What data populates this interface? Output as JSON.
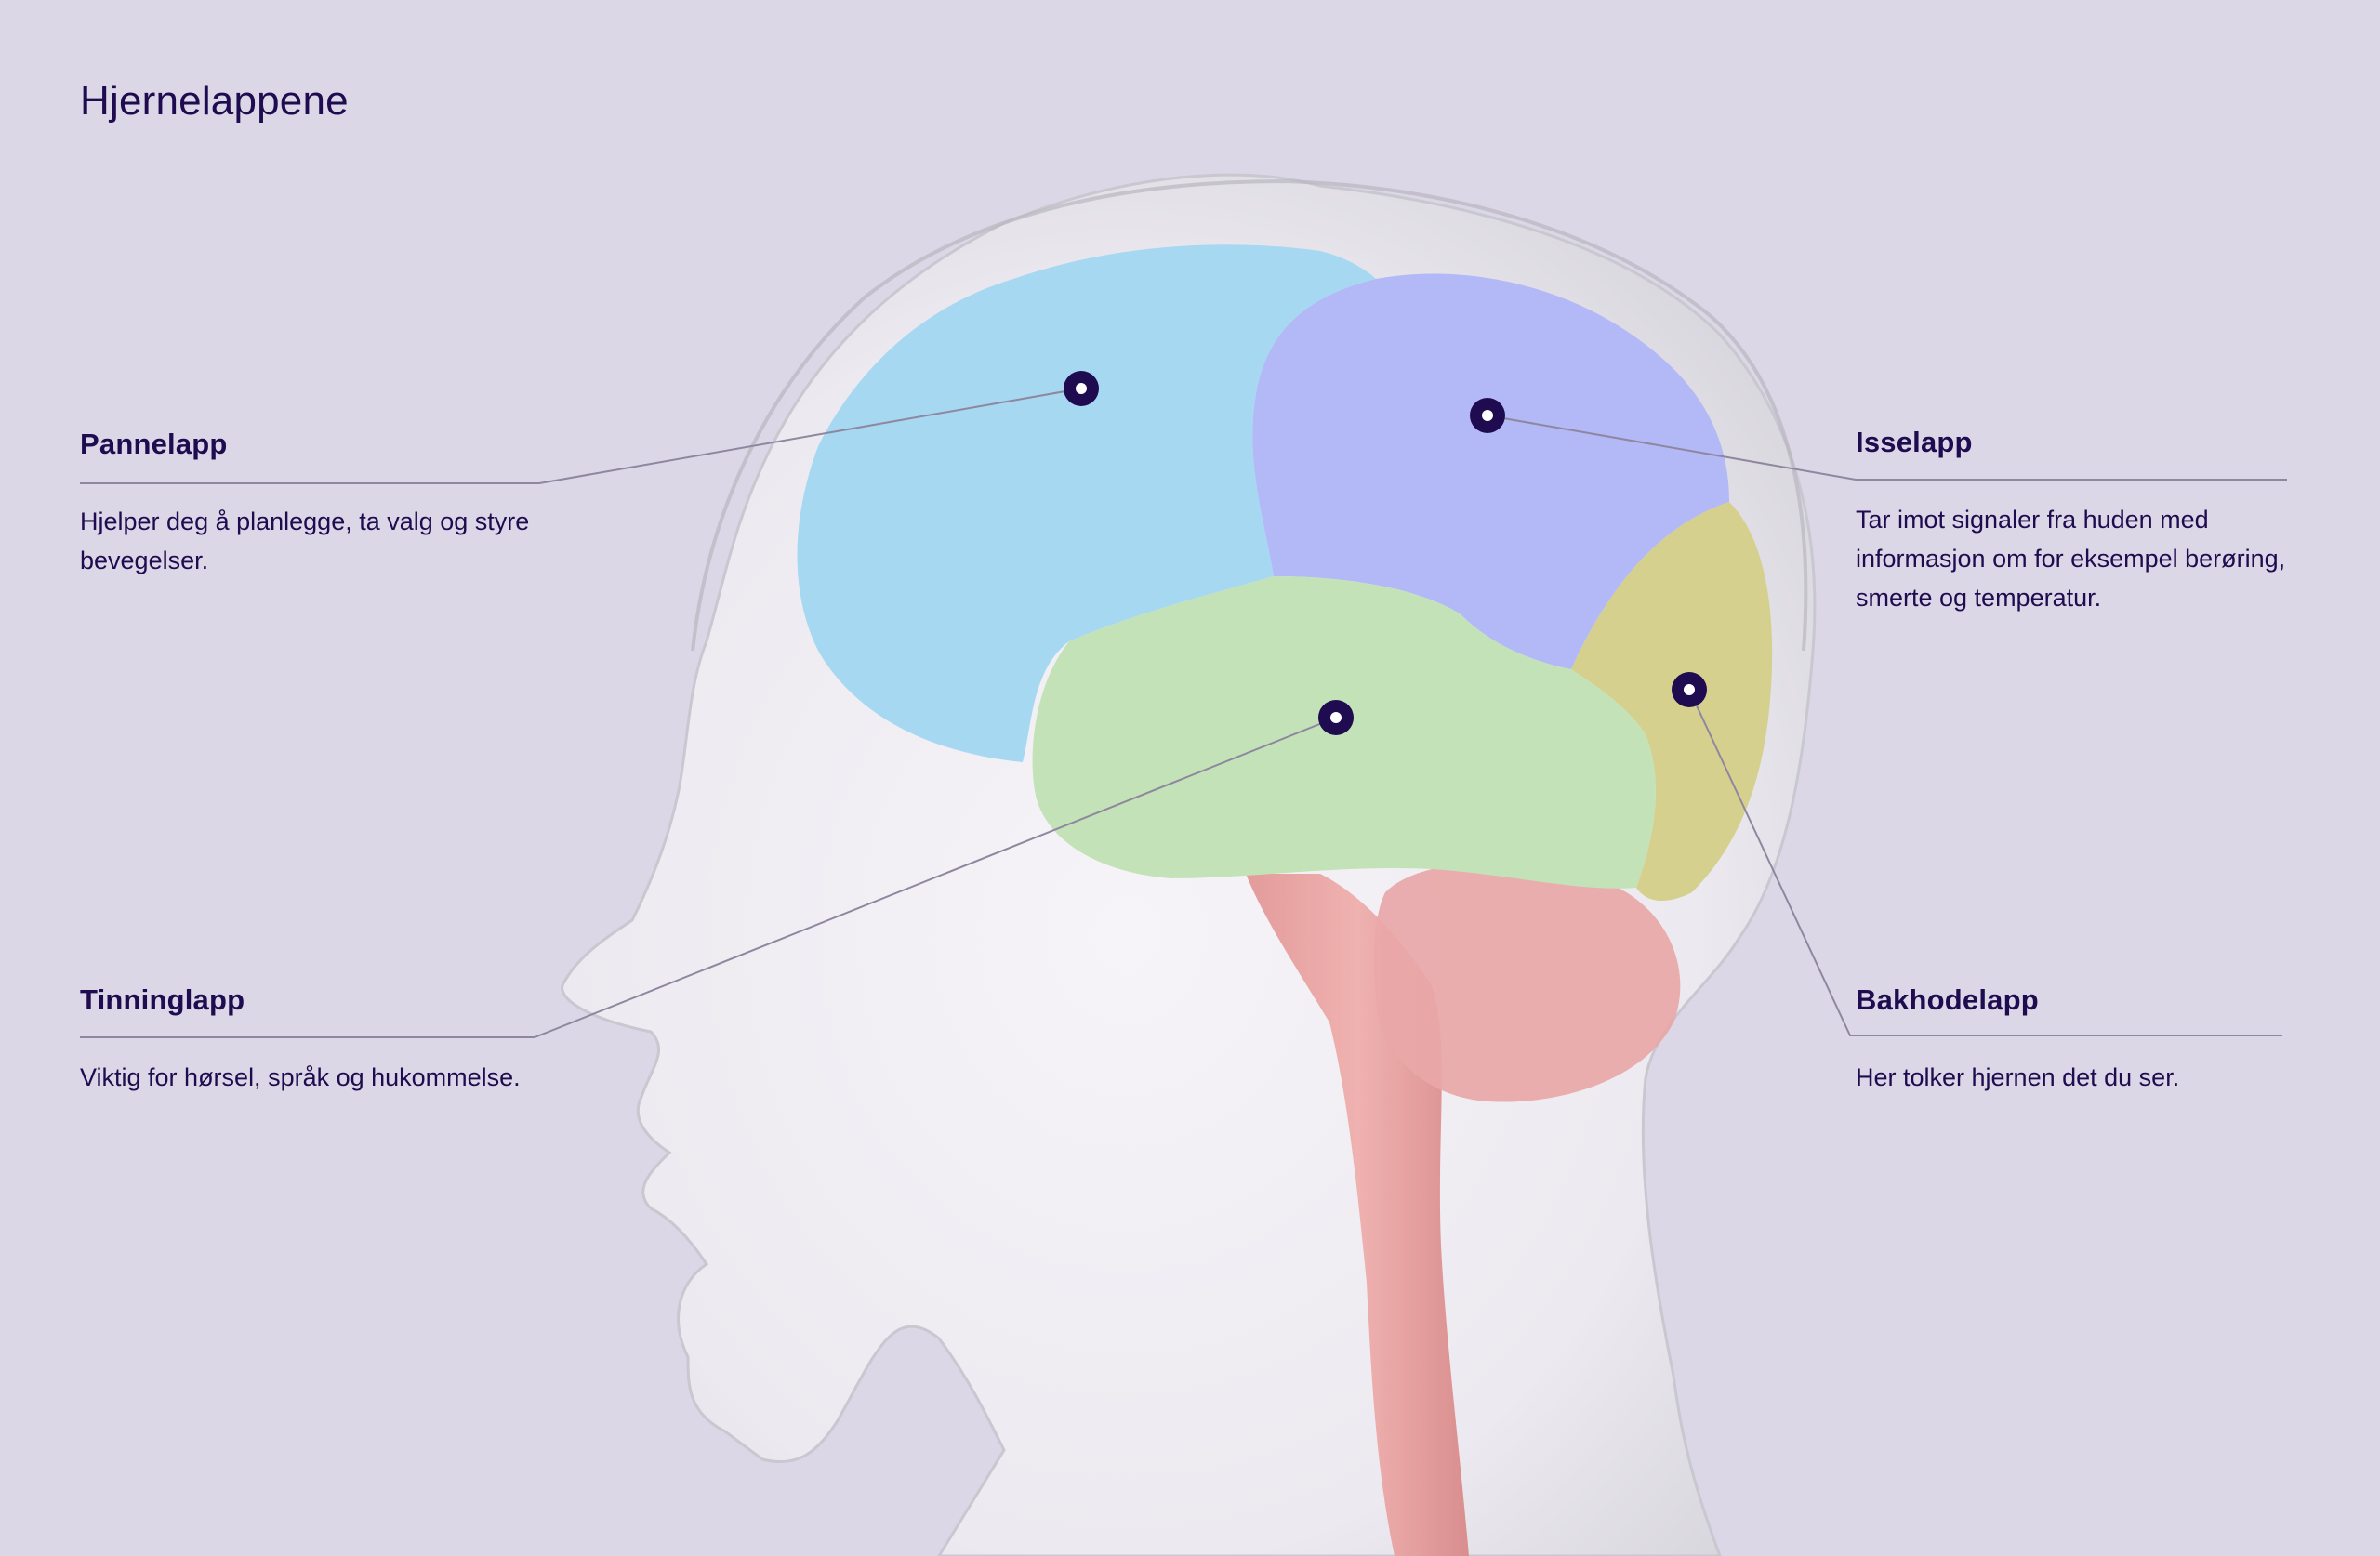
{
  "title": "Hjernelappene",
  "colors": {
    "background": "#dbd7e6",
    "text": "#1f0b4f",
    "frontal": "#a6d8f2",
    "parietal": "#b3b8f7",
    "temporal": "#c4e2b8",
    "occipital": "#d6d08e",
    "brainstem": "#e8a4a4",
    "head": "#f3f1f6",
    "marker": "#1f0b4f"
  },
  "lobes": [
    {
      "id": "frontal",
      "name": "Pannelapp",
      "description": "Hjelper deg å planlegge, ta valg og styre bevegelser."
    },
    {
      "id": "parietal",
      "name": "Isselapp",
      "description": "Tar imot signaler fra huden med informasjon om for eksempel berøring, smerte og temperatur."
    },
    {
      "id": "temporal",
      "name": "Tinninglapp",
      "description": "Viktig for hørsel, språk og hukommelse."
    },
    {
      "id": "occipital",
      "name": "Bakhodelapp",
      "description": "Her tolker hjernen det du ser."
    }
  ]
}
